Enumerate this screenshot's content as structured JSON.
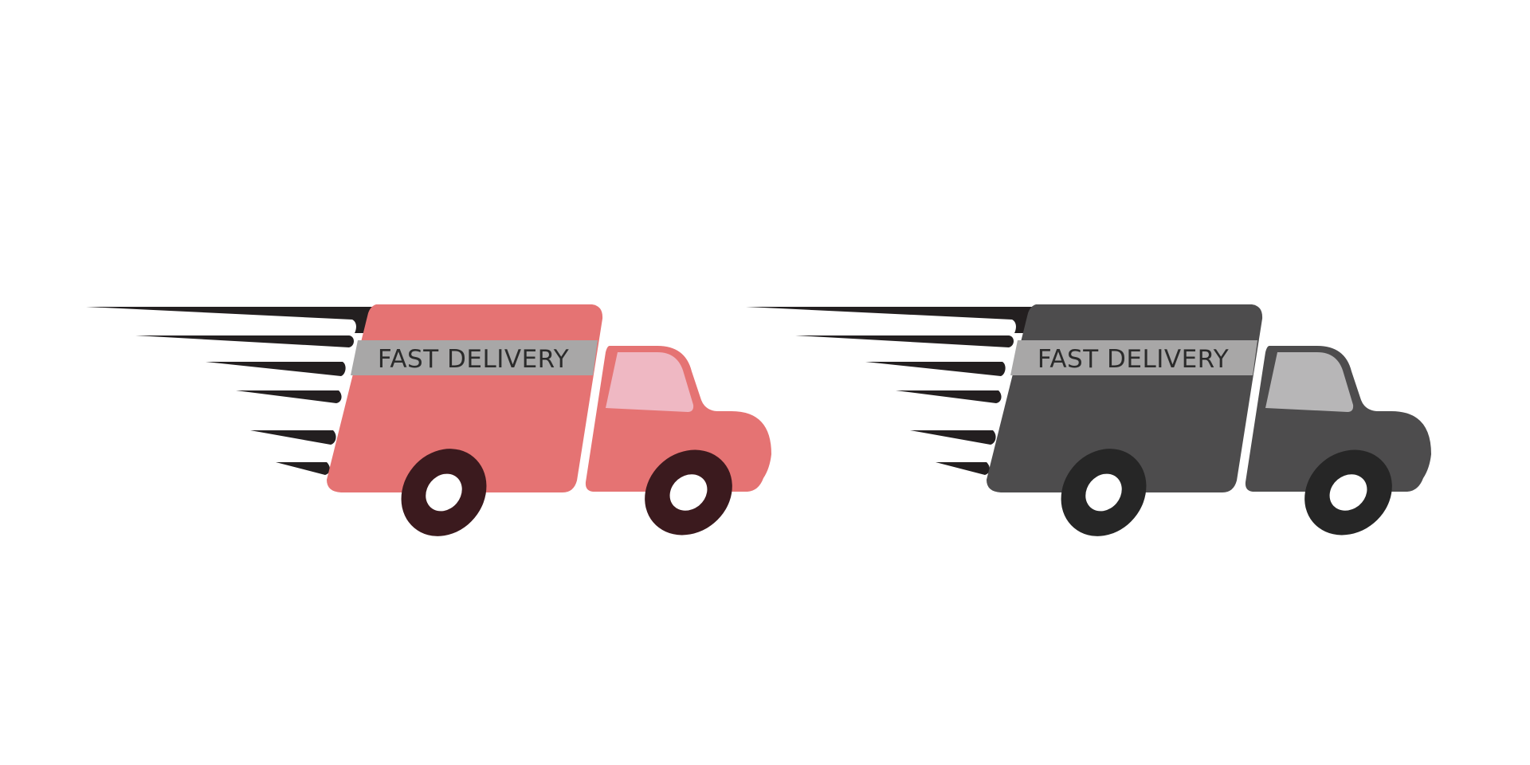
{
  "scene": {
    "background": "#ffffff",
    "speed_line_color": "#231f20",
    "trucks": [
      {
        "name": "pink-truck",
        "banner_text": "FAST DELIVERY",
        "colors": {
          "body": "#e57373",
          "banner": "#a8a7a7",
          "window": "#efb8c3",
          "tire": "#3b1a1e",
          "hub": "#ffffff"
        }
      },
      {
        "name": "gray-truck",
        "banner_text": "FAST DELIVERY",
        "colors": {
          "body": "#4d4c4d",
          "banner": "#a8a7a7",
          "window": "#b7b6b7",
          "tire": "#262626",
          "hub": "#ffffff"
        }
      }
    ]
  }
}
